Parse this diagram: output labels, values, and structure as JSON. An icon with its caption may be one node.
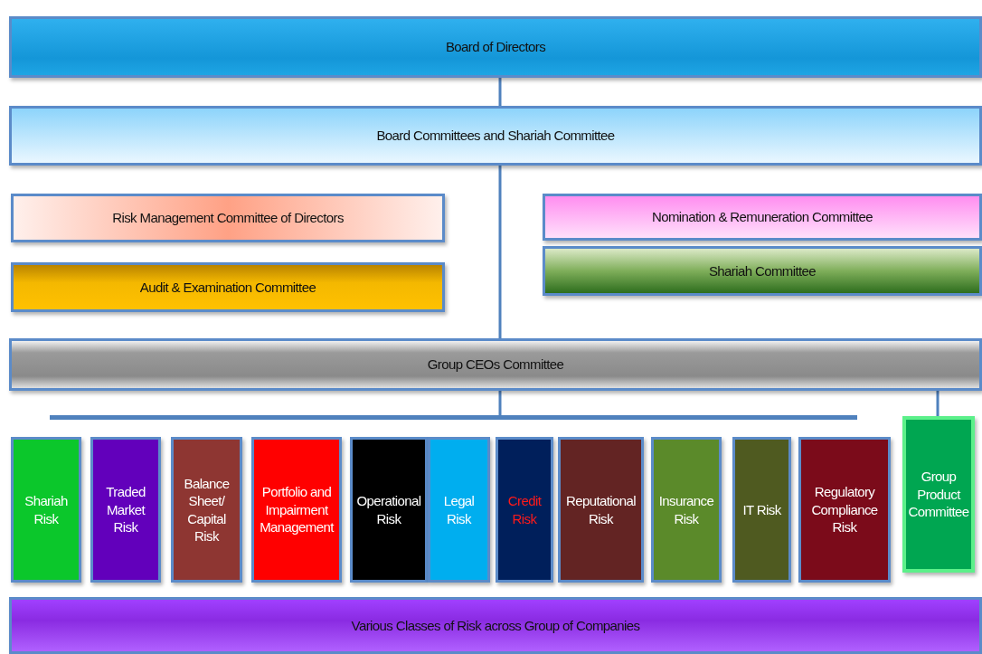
{
  "diagram": {
    "nodes": [
      {
        "text": [
          "Board of Directors"
        ]
      },
      {
        "text": [
          "Board Committees and Shariah Committee"
        ]
      },
      {
        "text": [
          "Risk Management Committee of Directors"
        ]
      },
      {
        "text": [
          "Audit & Examination Committee"
        ]
      },
      {
        "text": [
          "Nomination & Remuneration Committee"
        ]
      },
      {
        "text": [
          "Shariah Committee"
        ]
      },
      {
        "text": [
          "Group CEOs Committee"
        ]
      },
      {
        "text": [],
        "shape": "bar"
      },
      {
        "text": [
          "Shariah Risk"
        ]
      },
      {
        "text": [
          "Traded Market Risk"
        ]
      },
      {
        "text": [
          "Balance Sheet/ Capital Risk"
        ]
      },
      {
        "text": [
          "Portfolio and Impairment Management"
        ]
      },
      {
        "text": [
          "Operational Risk"
        ]
      },
      {
        "text": [
          "Legal Risk"
        ]
      },
      {
        "text": [
          "Credit Risk"
        ]
      },
      {
        "text": [
          "Reputational Risk"
        ]
      },
      {
        "text": [
          "Insurance Risk"
        ]
      },
      {
        "text": [
          "IT Risk"
        ]
      },
      {
        "text": [
          "Regulatory Compliance Risk"
        ]
      },
      {
        "text": [
          "Group Product Committee"
        ]
      },
      {
        "text": [
          "Various Classes of Risk across Group of Companies"
        ]
      }
    ],
    "edges": [
      {
        "from": 0,
        "to": 1,
        "arrow": "none"
      },
      {
        "from": 1,
        "to": 6,
        "arrow": "none"
      },
      {
        "from": 6,
        "to": 7,
        "arrow": "none"
      },
      {
        "from": 6,
        "to": 19,
        "arrow": "none"
      }
    ]
  }
}
